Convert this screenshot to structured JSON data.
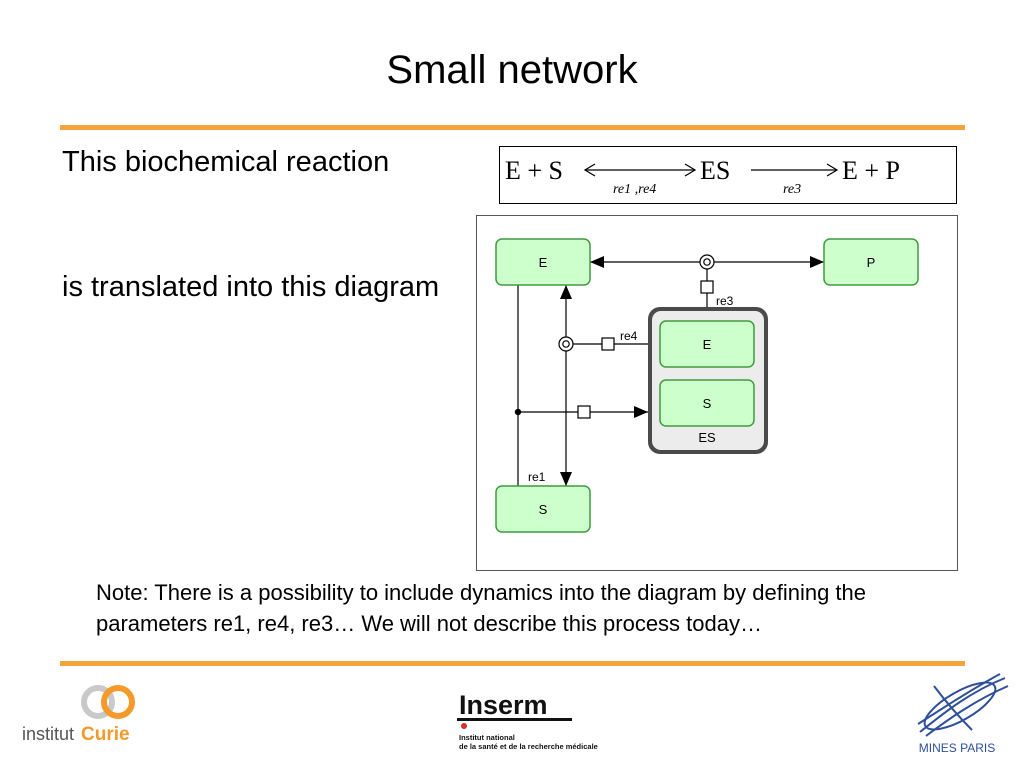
{
  "slide": {
    "title": "Small network",
    "intro": "This biochemical reaction",
    "translated": "is translated into this diagram",
    "note": "Note: There is a possibility to include dynamics into the diagram by defining the parameters re1, re4, re3… We will not describe this process today…"
  },
  "equation": {
    "lhs": "E + S",
    "middle": "ES",
    "rhs": "E + P",
    "reactions_1": "re1 ,re4",
    "reactions_2": "re3"
  },
  "diagram": {
    "species_e_top": "E",
    "species_p": "P",
    "species_s": "S",
    "complex_name": "ES",
    "complex_e": "E",
    "complex_s": "S",
    "label_re1": "re1",
    "label_re3": "re3",
    "label_re4": "re4",
    "colors": {
      "species_fill": "#ccffcc",
      "species_stroke": "#3f9b3f",
      "complex_fill": "#ececec"
    }
  },
  "logos": {
    "curie_prefix": "institut",
    "curie_name": "Curie",
    "inserm_name": "Inserm",
    "inserm_line1": "Institut national",
    "inserm_line2": "de la santé et de la recherche médicale",
    "mines_name": "MINES PARIS"
  }
}
